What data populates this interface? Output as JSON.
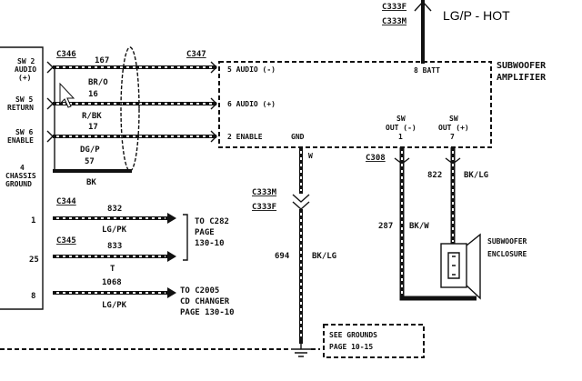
{
  "hot_label": "LG/P - HOT",
  "connectors": {
    "c333f_top": "C333F",
    "c333m_top": "C333M",
    "c346": "C346",
    "c347": "C347",
    "c308": "C308",
    "c333m_mid": "C333M",
    "c333f_mid": "C333F",
    "c344": "C344",
    "c345": "C345"
  },
  "left_labels": {
    "sw2_audio": [
      "SW 2",
      "AUDIO",
      "(+)"
    ],
    "sw5_return": [
      "SW 5",
      "RETURN"
    ],
    "sw6_enable": [
      "SW 6",
      "ENABLE"
    ],
    "chassis_ground": [
      "4",
      "CHASSIS",
      "GROUND"
    ],
    "pin1": "1",
    "pin25": "25",
    "pin8": "8"
  },
  "wires": {
    "w167": "167",
    "br_o": "BR/O",
    "w16": "16",
    "r_bk": "R/BK",
    "w17": "17",
    "dg_p": "DG/P",
    "w57": "57",
    "bk": "BK",
    "w832": "832",
    "lg_pk_1": "LG/PK",
    "w833": "833",
    "t": "T",
    "w1068": "1068",
    "lg_pk_2": "LG/PK",
    "w822": "822",
    "bk_lg_1": "BK/LG",
    "w287": "287",
    "bk_w": "BK/W",
    "w694": "694",
    "bk_lg_2": "BK/LG",
    "w_label": "W"
  },
  "amplifier": {
    "title_1": "SUBWOOFER",
    "title_2": "AMPLIFIER",
    "pin_audio_neg": "5 AUDIO (-)",
    "pin_audio_pos": "6 AUDIO (+)",
    "pin_enable": "2 ENABLE",
    "pin_gnd": "GND",
    "pin_batt": "8 BATT",
    "sw_out_neg_1": "SW",
    "sw_out_neg_2": "OUT (-)",
    "sw_out_neg_3": "1",
    "sw_out_pos_1": "SW",
    "sw_out_pos_2": "OUT (+)",
    "sw_out_pos_3": "7"
  },
  "enclosure": [
    "SUBWOOFER",
    "ENCLOSURE"
  ],
  "notes": {
    "to_c282": [
      "TO C282",
      "PAGE",
      "130-10"
    ],
    "to_c2005": [
      "TO C2005",
      "CD CHANGER",
      "PAGE 130-10"
    ],
    "grounds": [
      "SEE GROUNDS",
      "PAGE 10-15"
    ]
  }
}
